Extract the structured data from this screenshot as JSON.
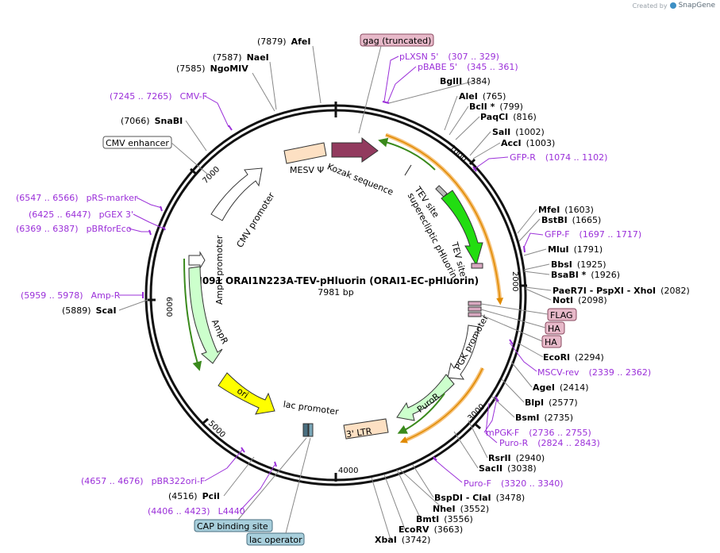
{
  "credit": {
    "created_by": "Created by",
    "brand": "SnapGene"
  },
  "title": "M091 ORAI1N223A-TEV-pHluorin (ORAI1-EC-pHluorin)",
  "length": "7981 bp",
  "ticks": [
    "1000",
    "2000",
    "3000",
    "4000",
    "5000",
    "6000",
    "7000"
  ],
  "features_inner": [
    {
      "name": "MESV Ψ",
      "color": "#fde0c3"
    },
    {
      "name": "Kozak sequence",
      "color": "#000000"
    },
    {
      "name": "TEV site",
      "color": "#cccccc"
    },
    {
      "name": "superecliptic pHluorin",
      "color": "#22dd11"
    },
    {
      "name": "TEV site",
      "color": "#cccccc"
    },
    {
      "name": "PGK promoter",
      "color": "#ffffff"
    },
    {
      "name": "PuroR",
      "color": "#ccffcc"
    },
    {
      "name": "3' LTR",
      "color": "#fde0c3"
    },
    {
      "name": "lac promoter",
      "color": "#ffffff"
    },
    {
      "name": "ori",
      "color": "#ffff00"
    },
    {
      "name": "AmpR",
      "color": "#ccffcc"
    },
    {
      "name": "AmpR promoter",
      "color": "#ffffff"
    },
    {
      "name": "CMV promoter",
      "color": "#ffffff"
    }
  ],
  "boxed_labels": [
    {
      "text": "gag (truncated)",
      "style": "pink"
    },
    {
      "text": "CMV enhancer",
      "style": "white"
    },
    {
      "text": "FLAG",
      "style": "pink"
    },
    {
      "text": "HA",
      "style": "pink"
    },
    {
      "text": "HA",
      "style": "pink"
    },
    {
      "text": "CAP binding site",
      "style": "blue"
    },
    {
      "text": "lac operator",
      "style": "blue"
    }
  ],
  "sites": [
    {
      "num": "(7879)",
      "name": "AfeI"
    },
    {
      "num": "(7587)",
      "name": "NaeI"
    },
    {
      "num": "(7585)",
      "name": "NgoMIV"
    },
    {
      "num": "(7066)",
      "name": "SnaBI"
    },
    {
      "num": "(384)",
      "name": "BglII"
    },
    {
      "num": "(765)",
      "name": "AleI"
    },
    {
      "num": "(799)",
      "name": "BclI *"
    },
    {
      "num": "(816)",
      "name": "PaqCI"
    },
    {
      "num": "(1002)",
      "name": "SalI"
    },
    {
      "num": "(1003)",
      "name": "AccI"
    },
    {
      "num": "(1603)",
      "name": "MfeI"
    },
    {
      "num": "(1665)",
      "name": "BstBI"
    },
    {
      "num": "(1791)",
      "name": "MluI"
    },
    {
      "num": "(1925)",
      "name": "BbsI"
    },
    {
      "num": "(1926)",
      "name": "BsaBI *"
    },
    {
      "num": "(2082)",
      "name": "PaeR7I - PspXI - XhoI"
    },
    {
      "num": "(2098)",
      "name": "NotI"
    },
    {
      "num": "(2294)",
      "name": "EcoRI"
    },
    {
      "num": "(2414)",
      "name": "AgeI"
    },
    {
      "num": "(2577)",
      "name": "BlpI"
    },
    {
      "num": "(2735)",
      "name": "BsmI"
    },
    {
      "num": "(2940)",
      "name": "RsrII"
    },
    {
      "num": "(3038)",
      "name": "SacII"
    },
    {
      "num": "(3478)",
      "name": "BspDI - ClaI"
    },
    {
      "num": "(3552)",
      "name": "NheI"
    },
    {
      "num": "(3556)",
      "name": "BmtI"
    },
    {
      "num": "(3663)",
      "name": "EcoRV"
    },
    {
      "num": "(3742)",
      "name": "XbaI"
    },
    {
      "num": "(4516)",
      "name": "PciI"
    },
    {
      "num": "(5889)",
      "name": "ScaI"
    }
  ],
  "primers": [
    {
      "name": "pLXSN 5'",
      "range": "(307 .. 329)"
    },
    {
      "name": "pBABE 5'",
      "range": "(345 .. 361)"
    },
    {
      "name": "GFP-R",
      "range": "(1074 .. 1102)"
    },
    {
      "name": "GFP-F",
      "range": "(1697 .. 1717)"
    },
    {
      "name": "MSCV-rev",
      "range": "(2339 .. 2362)"
    },
    {
      "name": "mPGK-F",
      "range": "(2736 .. 2755)"
    },
    {
      "name": "Puro-R",
      "range": "(2824 .. 2843)"
    },
    {
      "name": "Puro-F",
      "range": "(3320 .. 3340)"
    },
    {
      "name": "CMV-F",
      "range": "(7245 .. 7265)"
    },
    {
      "name": "pRS-marker",
      "range": "(6547 .. 6566)"
    },
    {
      "name": "pGEX 3'",
      "range": "(6425 .. 6447)"
    },
    {
      "name": "pBRforEco",
      "range": "(6369 .. 6387)"
    },
    {
      "name": "Amp-R",
      "range": "(5959 .. 5978)"
    },
    {
      "name": "pBR322ori-F",
      "range": "(4657 .. 4676)"
    },
    {
      "name": "L4440",
      "range": "(4406 .. 4423)"
    }
  ]
}
